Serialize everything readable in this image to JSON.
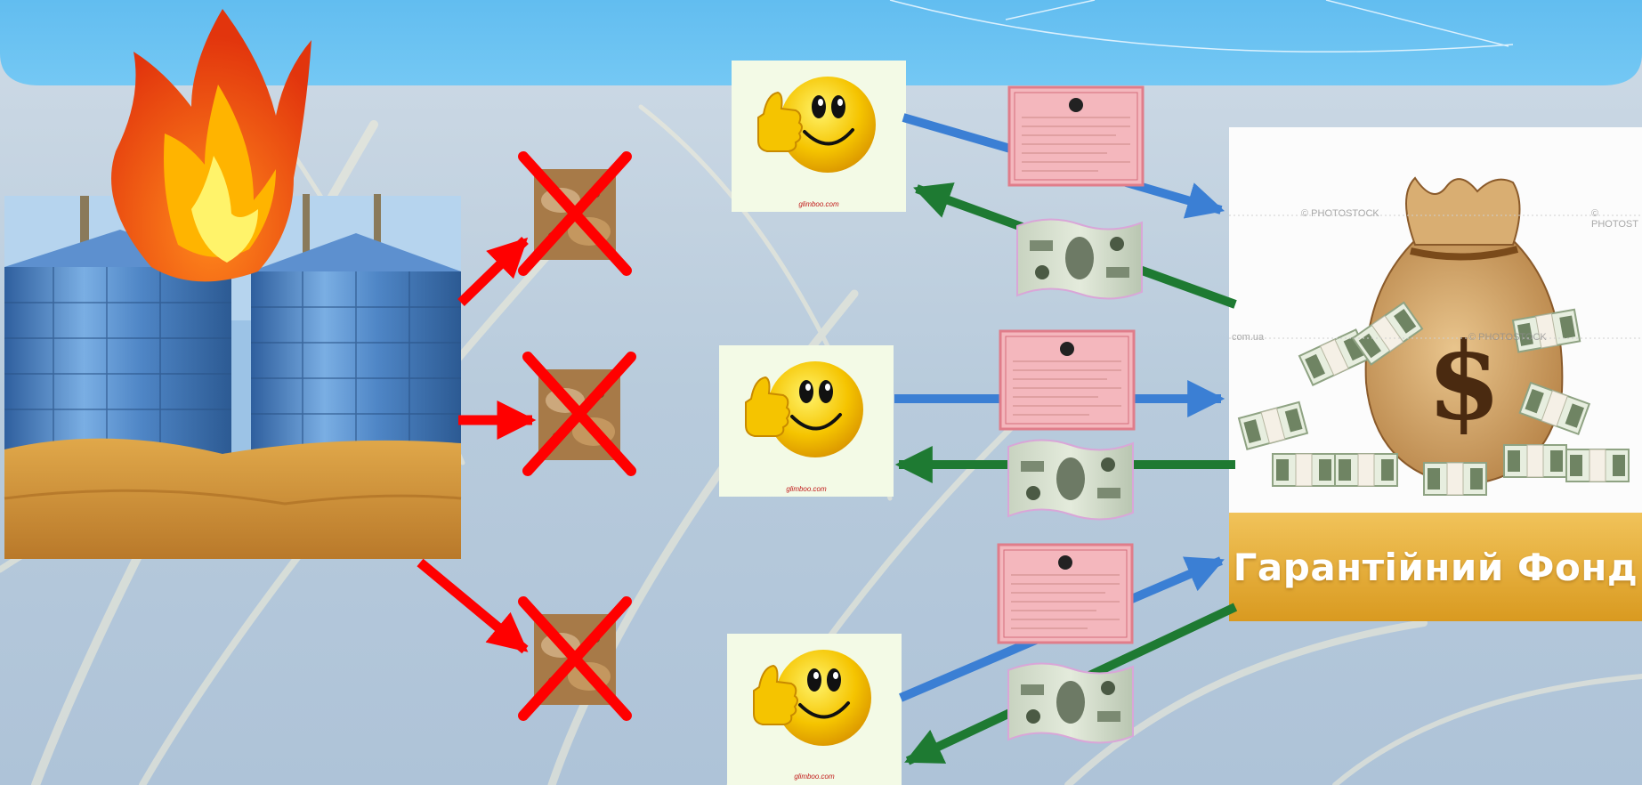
{
  "fund": {
    "label": "Гарантійний Фонд"
  },
  "watermarks": {
    "site": "glimboo.com",
    "stock": "© PHOTOSTOCK",
    "stock_right": "© PHOTOST",
    "stock_domain": "com.ua"
  },
  "colors": {
    "sky_top": "#5BC0F0",
    "banner": "#66C3F2",
    "red_arrow": "#FF0000",
    "blue_arrow": "#3B7FD4",
    "green_arrow": "#1E7A32",
    "fund_gold": "#E9B23A",
    "silo_blue": "#4E86C8",
    "grain": "#D49A3C"
  },
  "icons": {
    "fire": "fire-icon",
    "silo": "grain-silo-image",
    "crossed_grain": "crossed-out-grain-icon",
    "smiley": "thumbs-up-smiley-icon",
    "certificate": "warehouse-receipt-icon",
    "money": "dollar-banknote-icon",
    "fund_bag": "money-bag-icon"
  }
}
